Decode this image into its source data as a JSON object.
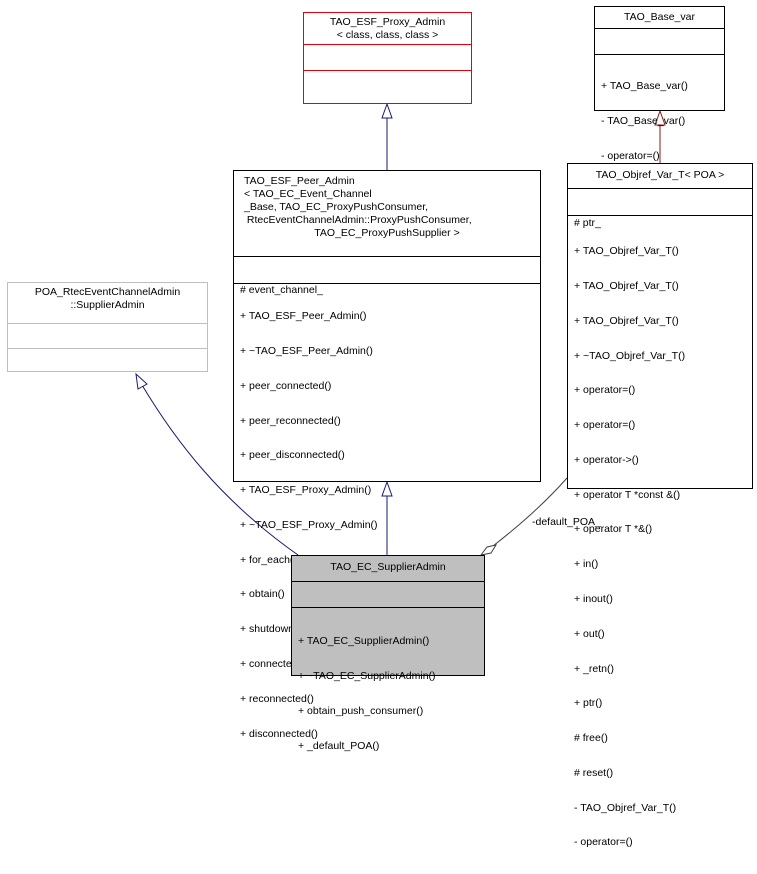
{
  "diagram": {
    "type": "class-collaboration",
    "colors": {
      "inheritance_edge": "#191970",
      "template_edge": "#8b1a1a",
      "usage_edge": "#404040",
      "template_box_border": "#e8000b",
      "external_box_border": "#bfbfbf",
      "focus_fill": "#bfbfbf"
    },
    "classes": {
      "proxy_admin": {
        "title_lines": [
          "TAO_ESF_Proxy_Admin",
          "< class, class, class >"
        ],
        "attributes": [],
        "methods": []
      },
      "base_var": {
        "title_lines": [
          "TAO_Base_var"
        ],
        "attributes": [],
        "methods": [
          "+ TAO_Base_var()",
          "- TAO_Base_var()",
          "- operator=()"
        ]
      },
      "peer_admin": {
        "title_lines": [
          "TAO_ESF_Peer_Admin",
          "< TAO_EC_Event_Channel",
          "_Base, TAO_EC_ProxyPushConsumer,",
          " RtecEventChannelAdmin::ProxyPushConsumer,",
          "TAO_EC_ProxyPushSupplier >"
        ],
        "attributes": [
          "# event_channel_"
        ],
        "methods": [
          "+ TAO_ESF_Peer_Admin()",
          "+ ~TAO_ESF_Peer_Admin()",
          "+ peer_connected()",
          "+ peer_reconnected()",
          "+ peer_disconnected()",
          "+ TAO_ESF_Proxy_Admin()",
          "+ ~TAO_ESF_Proxy_Admin()",
          "+ for_each()",
          "+ obtain()",
          "+ shutdown()",
          "+ connected()",
          "+ reconnected()",
          "+ disconnected()"
        ]
      },
      "objref_var": {
        "title_lines": [
          "TAO_Objref_Var_T< POA >"
        ],
        "attributes": [
          "# ptr_"
        ],
        "methods": [
          "+ TAO_Objref_Var_T()",
          "+ TAO_Objref_Var_T()",
          "+ TAO_Objref_Var_T()",
          "+ ~TAO_Objref_Var_T()",
          "+ operator=()",
          "+ operator=()",
          "+ operator->()",
          "+ operator T *const &()",
          "+ operator T *&()",
          "+ in()",
          "+ inout()",
          "+ out()",
          "+ _retn()",
          "+ ptr()",
          "# free()",
          "# reset()",
          "- TAO_Objref_Var_T()",
          "- operator=()"
        ]
      },
      "poa_supplier_admin": {
        "title_lines": [
          "POA_RtecEventChannelAdmin",
          "::SupplierAdmin"
        ],
        "attributes": [],
        "methods": []
      },
      "supplier_admin": {
        "title_lines": [
          "TAO_EC_SupplierAdmin"
        ],
        "attributes": [],
        "methods": [
          "+ TAO_EC_SupplierAdmin()",
          "+ ~TAO_EC_SupplierAdmin()",
          "+ obtain_push_consumer()",
          "+ _default_POA()"
        ]
      }
    },
    "edge_labels": {
      "default_poa": "-default_POA_"
    }
  }
}
